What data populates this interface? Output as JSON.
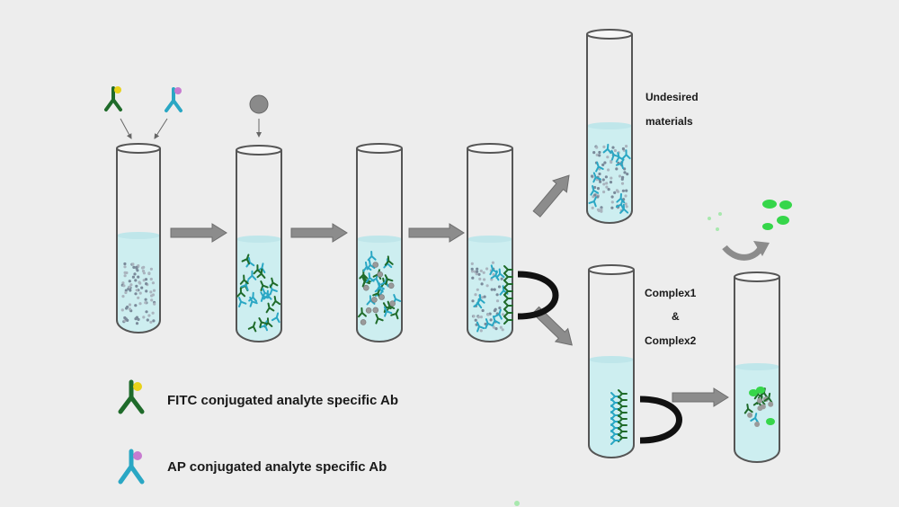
{
  "labels": {
    "undesired_line1": "Undesired",
    "undesired_line2": "materials",
    "complex_line1": "Complex1",
    "complex_line2": "&",
    "complex_line3": "Complex2"
  },
  "legend": {
    "fitc": "FITC conjugated analyte specific Ab",
    "ap": "AP conjugated analyte specific Ab"
  },
  "colors": {
    "background": "#ededed",
    "liquid": "#cdeef0",
    "fitc_antibody": "#1f6b2a",
    "fitc_label": "#e8d21a",
    "ap_antibody": "#2aa7c4",
    "ap_label": "#c77bd0",
    "arrow": "#8c8c8c",
    "magnet": "#111111",
    "product": "#36d64a"
  },
  "icons": [
    "fitc-antibody-icon",
    "ap-antibody-icon",
    "analyte-sphere-icon",
    "magnet-icon",
    "arrow-icon",
    "green-product-icon"
  ]
}
